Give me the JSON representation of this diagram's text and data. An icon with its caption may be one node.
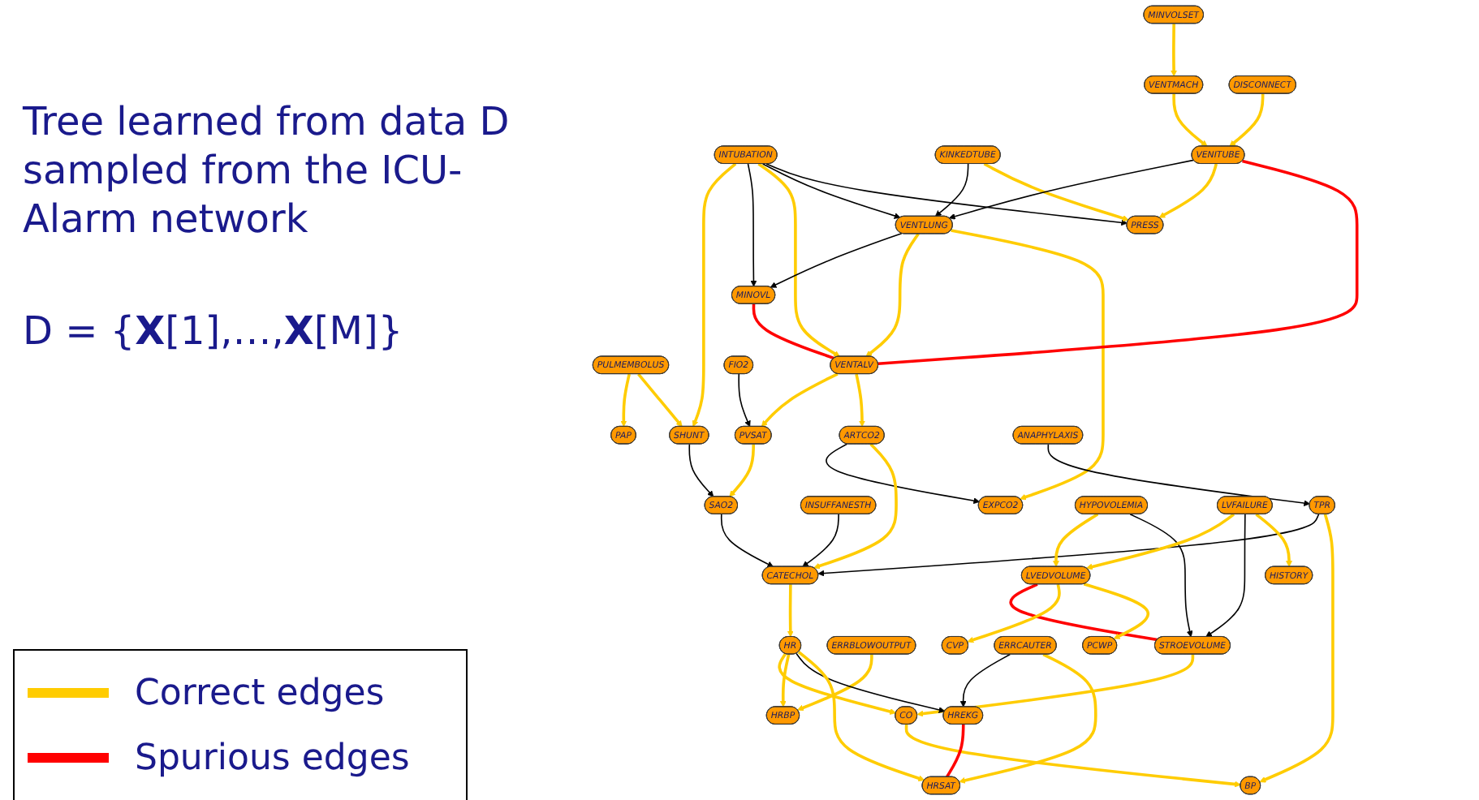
{
  "diagram": {
    "title": "Tree learned from data D sampled from the ICU-Alarm network",
    "nodes": [
      {
        "text": [
          "MINVOLSET"
        ]
      },
      {
        "text": [
          "PULMEMBOLUS"
        ]
      },
      {
        "text": [
          "INTUBATION"
        ]
      },
      {
        "text": [
          "KINKEDTUBE"
        ]
      },
      {
        "text": [
          "VENTMACH"
        ]
      },
      {
        "text": [
          "DISCONNECT"
        ]
      },
      {
        "text": [
          "PAP"
        ]
      },
      {
        "text": [
          "SHUNT"
        ]
      },
      {
        "text": [
          "VENTLUNG"
        ]
      },
      {
        "text": [
          "VENITUBE"
        ]
      },
      {
        "text": [
          "PRESS"
        ]
      },
      {
        "text": [
          "MINOVL"
        ]
      },
      {
        "text": [
          "VENTALV"
        ]
      },
      {
        "text": [
          "FIO2"
        ]
      },
      {
        "text": [
          "PVSAT"
        ]
      },
      {
        "text": [
          "ARTCO2"
        ]
      },
      {
        "text": [
          "ANAPHYLAXIS"
        ]
      },
      {
        "text": [
          "SAO2"
        ]
      },
      {
        "text": [
          "INSUFFANESTH"
        ]
      },
      {
        "text": [
          "EXPCO2"
        ]
      },
      {
        "text": [
          "TPR"
        ]
      },
      {
        "text": [
          "CATECHOL"
        ]
      },
      {
        "text": [
          "HYPOVOLEMIA"
        ]
      },
      {
        "text": [
          "LVFAILURE"
        ]
      },
      {
        "text": [
          "LVEDVOLUME"
        ]
      },
      {
        "text": [
          "STROEVOLUME"
        ]
      },
      {
        "text": [
          "HISTORY"
        ]
      },
      {
        "text": [
          "ERRBLOWOUTPUT"
        ]
      },
      {
        "text": [
          "HR"
        ]
      },
      {
        "text": [
          "ERRCAUTER"
        ]
      },
      {
        "text": [
          "CVP"
        ]
      },
      {
        "text": [
          "PCWP"
        ]
      },
      {
        "text": [
          "CO"
        ]
      },
      {
        "text": [
          "HREKG"
        ]
      },
      {
        "text": [
          "HRSAT"
        ]
      },
      {
        "text": [
          "HRBP"
        ]
      },
      {
        "text": [
          "BP"
        ]
      }
    ],
    "edges": [
      {
        "from": 0,
        "to": 4,
        "arrow": "to"
      },
      {
        "from": 1,
        "to": 6,
        "arrow": "to"
      },
      {
        "from": 1,
        "to": 7,
        "arrow": "to"
      },
      {
        "from": 2,
        "to": 7,
        "arrow": "to"
      },
      {
        "from": 2,
        "to": 11,
        "arrow": "to",
        "color": "#000000"
      },
      {
        "from": 2,
        "to": 12,
        "arrow": "to"
      },
      {
        "from": 2,
        "to": 8,
        "arrow": "to",
        "color": "#000000"
      },
      {
        "from": 2,
        "to": 10,
        "arrow": "to",
        "color": "#000000"
      },
      {
        "from": 3,
        "to": 8,
        "arrow": "to",
        "color": "#000000"
      },
      {
        "from": 3,
        "to": 10,
        "arrow": "to"
      },
      {
        "from": 4,
        "to": 9,
        "arrow": "to"
      },
      {
        "from": 5,
        "to": 9,
        "arrow": "to"
      },
      {
        "from": 9,
        "to": 8,
        "arrow": "to",
        "color": "#000000"
      },
      {
        "from": 9,
        "to": 10,
        "arrow": "to"
      },
      {
        "from": 7,
        "to": 17,
        "arrow": "to",
        "color": "#000000"
      },
      {
        "from": 8,
        "to": 11,
        "arrow": "to",
        "color": "#000000"
      },
      {
        "from": 8,
        "to": 12,
        "arrow": "to"
      },
      {
        "from": 8,
        "to": 19,
        "arrow": "to"
      },
      {
        "from": 11,
        "to": 12,
        "arrow": "none",
        "color": "#ff0000"
      },
      {
        "from": 12,
        "to": 9,
        "arrow": "none",
        "color": "#ff0000"
      },
      {
        "from": 13,
        "to": 14,
        "arrow": "to",
        "color": "#000000"
      },
      {
        "from": 12,
        "to": 14,
        "arrow": "to"
      },
      {
        "from": 12,
        "to": 15,
        "arrow": "to"
      },
      {
        "from": 14,
        "to": 17,
        "arrow": "to"
      },
      {
        "from": 15,
        "to": 19,
        "arrow": "to",
        "color": "#000000"
      },
      {
        "from": 15,
        "to": 21,
        "arrow": "to"
      },
      {
        "from": 16,
        "to": 20,
        "arrow": "to",
        "color": "#000000"
      },
      {
        "from": 20,
        "to": 21,
        "arrow": "to",
        "color": "#000000"
      },
      {
        "from": 17,
        "to": 21,
        "arrow": "to",
        "color": "#000000"
      },
      {
        "from": 18,
        "to": 21,
        "arrow": "to",
        "color": "#000000"
      },
      {
        "from": 20,
        "to": 36,
        "arrow": "to"
      },
      {
        "from": 21,
        "to": 28,
        "arrow": "to"
      },
      {
        "from": 22,
        "to": 24,
        "arrow": "to"
      },
      {
        "from": 22,
        "to": 25,
        "arrow": "to",
        "color": "#000000"
      },
      {
        "from": 23,
        "to": 24,
        "arrow": "to"
      },
      {
        "from": 23,
        "to": 25,
        "arrow": "to",
        "color": "#000000"
      },
      {
        "from": 23,
        "to": 26,
        "arrow": "to"
      },
      {
        "from": 24,
        "to": 25,
        "arrow": "none",
        "color": "#ff0000"
      },
      {
        "from": 24,
        "to": 30,
        "arrow": "to"
      },
      {
        "from": 24,
        "to": 31,
        "arrow": "to"
      },
      {
        "from": 25,
        "to": 32,
        "arrow": "to"
      },
      {
        "from": 28,
        "to": 32,
        "arrow": "to"
      },
      {
        "from": 32,
        "to": 36,
        "arrow": "to"
      },
      {
        "from": 27,
        "to": 35,
        "arrow": "to"
      },
      {
        "from": 28,
        "to": 35,
        "arrow": "to"
      },
      {
        "from": 28,
        "to": 33,
        "arrow": "to",
        "color": "#000000"
      },
      {
        "from": 28,
        "to": 34,
        "arrow": "to"
      },
      {
        "from": 29,
        "to": 33,
        "arrow": "to",
        "color": "#000000"
      },
      {
        "from": 29,
        "to": 34,
        "arrow": "to"
      },
      {
        "from": 33,
        "to": 34,
        "arrow": "none",
        "color": "#ff0000"
      }
    ],
    "labels": [
      "D = {**X**[1],…,**X**[M]}"
    ],
    "legend": [
      {
        "text": "Correct edges"
      },
      {
        "text": "Spurious edges"
      }
    ]
  }
}
